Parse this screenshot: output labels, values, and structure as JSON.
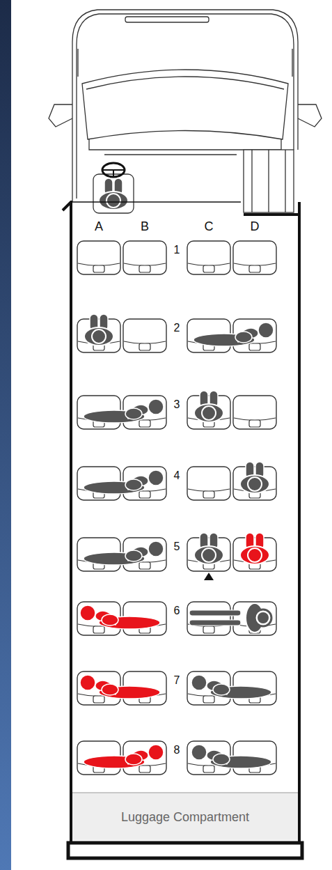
{
  "diagram": {
    "nodes": [
      {
        "text": [
          "Luggage Compartment"
        ]
      }
    ],
    "labels": [
      "A",
      "B",
      "C",
      "D",
      "1",
      "2",
      "3",
      "4",
      "5",
      "6",
      "7",
      "8"
    ]
  }
}
